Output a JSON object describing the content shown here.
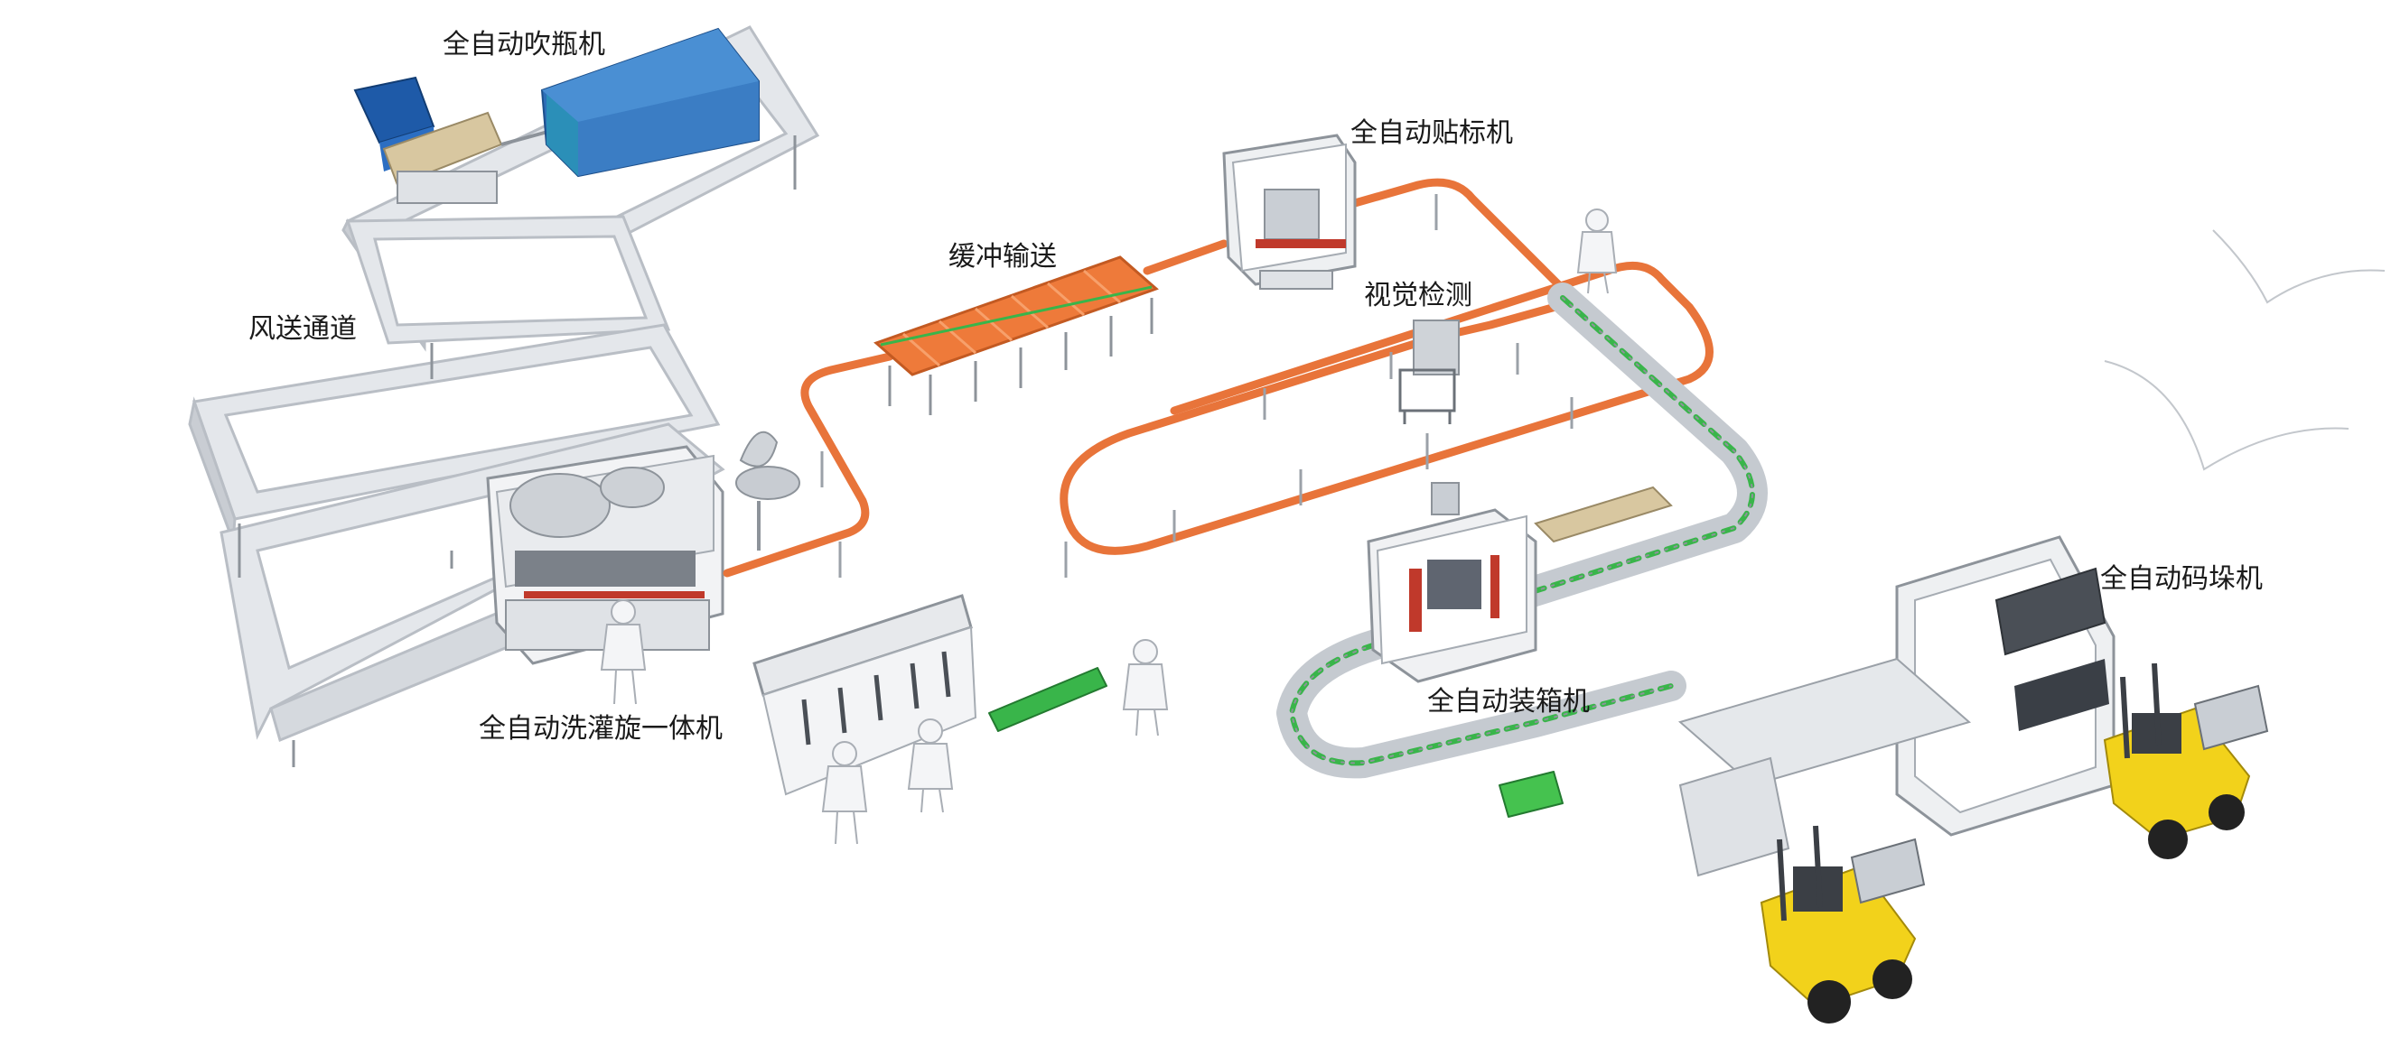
{
  "labels": {
    "blow_molding": "全自动吹瓶机",
    "labeling": "全自动贴标机",
    "buffer_conveyor": "缓冲输送",
    "vision_inspection": "视觉检测",
    "air_conveyor": "风送通道",
    "rinse_fill_cap": "全自动洗灌旋一体机",
    "case_packer": "全自动装箱机",
    "palletizer": "全自动码垛机"
  },
  "colors": {
    "machine_blue": "#2e6fb8",
    "machine_teal": "#2b8fb8",
    "conveyor_orange": "#e8743a",
    "roller_green": "#39b54a",
    "forklift_yellow": "#f2d21b",
    "steel_gray": "#d9dde2"
  }
}
